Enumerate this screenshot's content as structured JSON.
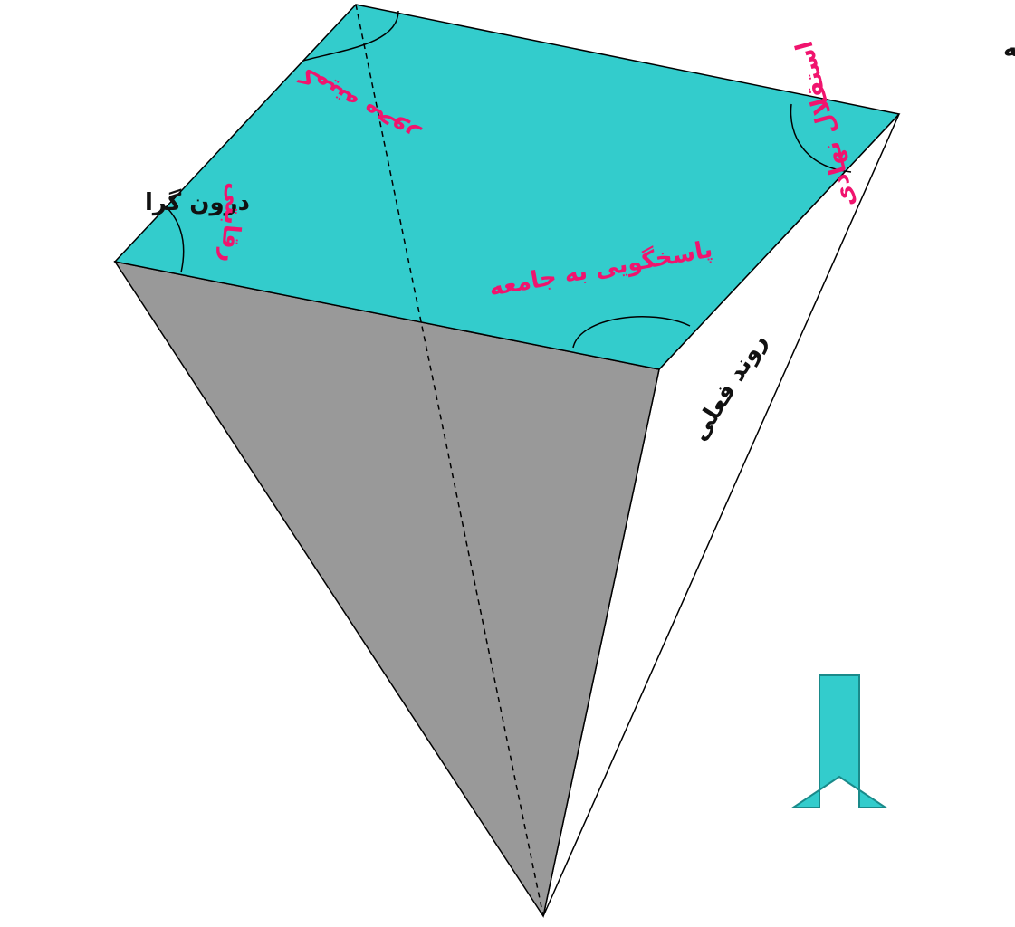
{
  "colors": {
    "top_face": "#33cccc",
    "left_face": "#999999",
    "right_face": "#ffffff",
    "edge": "#000000",
    "pink_label": "#f0146e",
    "black_label": "#111111",
    "arrow_fill": "#33cccc",
    "arrow_stroke": "#1a8a8a"
  },
  "corner_labels": {
    "left": "درون گرا",
    "top_right": "وابسته"
  },
  "side_label": "روند فعلی",
  "face_labels": {
    "front": "پاسخگویی به جامعه",
    "left": "رقابتی",
    "back": "کمیته محور",
    "right": "استقلال نهادی"
  },
  "arrow": {
    "direction": "down",
    "icon": "down-arrow-icon"
  }
}
